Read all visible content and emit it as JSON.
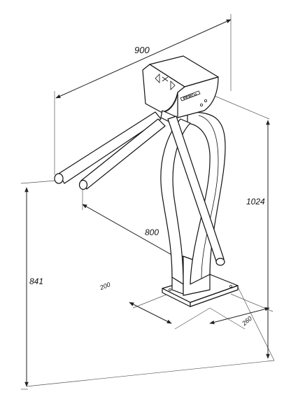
{
  "drawing": {
    "subject": "tripod turnstile",
    "logo": "PERCo",
    "dimensions": {
      "width_total": "900",
      "height_total": "1024",
      "arm_length": "800",
      "arm_height": "841",
      "base_width": "200",
      "base_depth": "260"
    }
  }
}
